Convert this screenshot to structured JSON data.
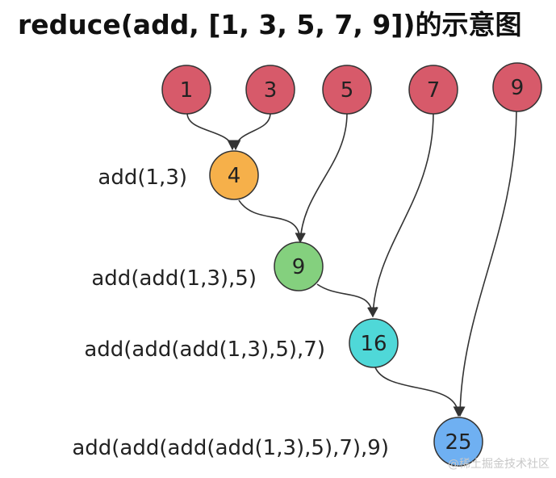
{
  "title": "reduce(add, [1, 3, 5, 7, 9])的示意图",
  "watermark": "@稀土掘金技术社区",
  "colors": {
    "input": "#d75a6a",
    "step1": "#f6b04a",
    "step2": "#84d07e",
    "step3": "#4fd8d8",
    "step4": "#6fb0f2",
    "stroke": "#333333"
  },
  "inputs": [
    {
      "value": "1"
    },
    {
      "value": "3"
    },
    {
      "value": "5"
    },
    {
      "value": "7"
    },
    {
      "value": "9"
    }
  ],
  "steps": [
    {
      "value": "4",
      "label": "add(1,3)"
    },
    {
      "value": "9",
      "label": "add(add(1,3),5)"
    },
    {
      "value": "16",
      "label": "add(add(add(1,3),5),7)"
    },
    {
      "value": "25",
      "label": "add(add(add(add(1,3),5),7),9)"
    }
  ]
}
